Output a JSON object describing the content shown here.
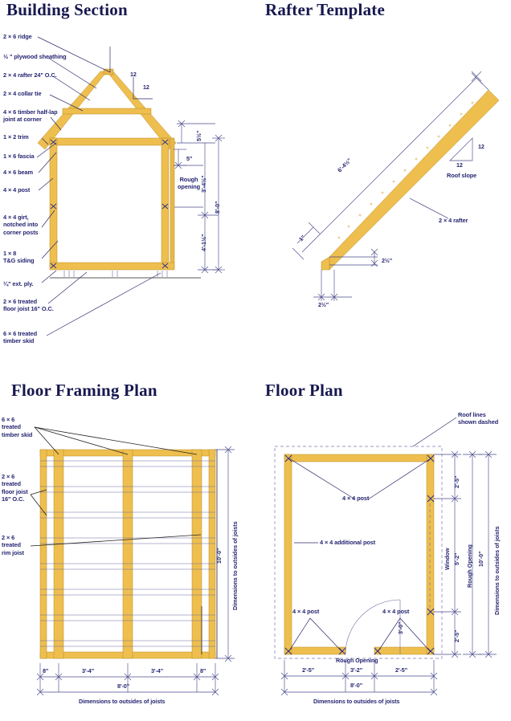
{
  "panels": {
    "building_section": {
      "title": "Building Section",
      "labels": [
        "2 × 6 ridge",
        "½ \" plywood sheathing",
        "2 × 4 rafter 24\" O.C.",
        "2 × 4 collar tie",
        "4 × 6 timber half-lap\njoint at corner",
        "1 × 2 trim",
        "1 × 6 fascia",
        "4 × 6 beam",
        "4 × 4 post",
        "4 × 4 girt,\nnotched into\ncorner posts",
        "1 × 8\nT&G siding",
        "¼\" ext. ply.",
        "2 × 6 treated\nfloor joist 16\" O.C.",
        "6 × 6 treated\ntimber skid"
      ],
      "slope_rise": "12",
      "slope_run": "12",
      "dims": {
        "head": "5½\"",
        "sill": "5\"",
        "rough_opening": "Rough\nopening",
        "opening_height": "3'-4½\"",
        "below_opening": "4'-1½\"",
        "wall_height": "8'-0\""
      }
    },
    "rafter_template": {
      "title": "Rafter Template",
      "labels": [
        "2 × 4 rafter",
        "Roof slope"
      ],
      "slope_rise": "12",
      "slope_run": "12",
      "dims": {
        "length": "6'-4½\"",
        "seat_a": "1\"",
        "seat_b": "2½\"",
        "seat_c": "2½\""
      }
    },
    "floor_framing_plan": {
      "title": "Floor Framing Plan",
      "labels": [
        "6 × 6\ntreated\ntimber skid",
        "2 × 6\ntreated\nfloor joist\n16\" O.C.",
        "2 × 6\ntreated\nrim joist"
      ],
      "dims": {
        "left_end": "8\"",
        "bay_1": "3'-4\"",
        "bay_2": "3'-4\"",
        "right_end": "8\"",
        "overall_width": "8'-0\"",
        "depth": "10'-0\"",
        "note_bottom": "Dimensions to outsides of joists",
        "note_right": "Dimensions to outsides of joists"
      }
    },
    "floor_plan": {
      "title": "Floor Plan",
      "labels": [
        "Roof lines\nshown dashed",
        "4 × 4 post",
        "4 × 4 additional post",
        "4 × 4 post",
        "4 × 4 post",
        "Window"
      ],
      "dims": {
        "door_width": "3'-0\"",
        "left_jamb": "2'-5\"",
        "rough_opening_label": "Rough Opening",
        "rough_opening_width": "3'-2\"",
        "right_jamb": "2'-5\"",
        "overall_width": "8'-0\"",
        "top_segment": "2'-5\"",
        "window_segment": "5'-2\"",
        "bottom_segment": "2'-5\"",
        "window_ro_label": "Rough Opening",
        "depth": "10'-0\"",
        "note_bottom": "Dimensions to outsides of joists",
        "note_right": "Dimensions to outsides of joists"
      }
    }
  },
  "colors": {
    "wood": "#EEBF4F",
    "ink": "#262673",
    "title": "#17174f"
  }
}
